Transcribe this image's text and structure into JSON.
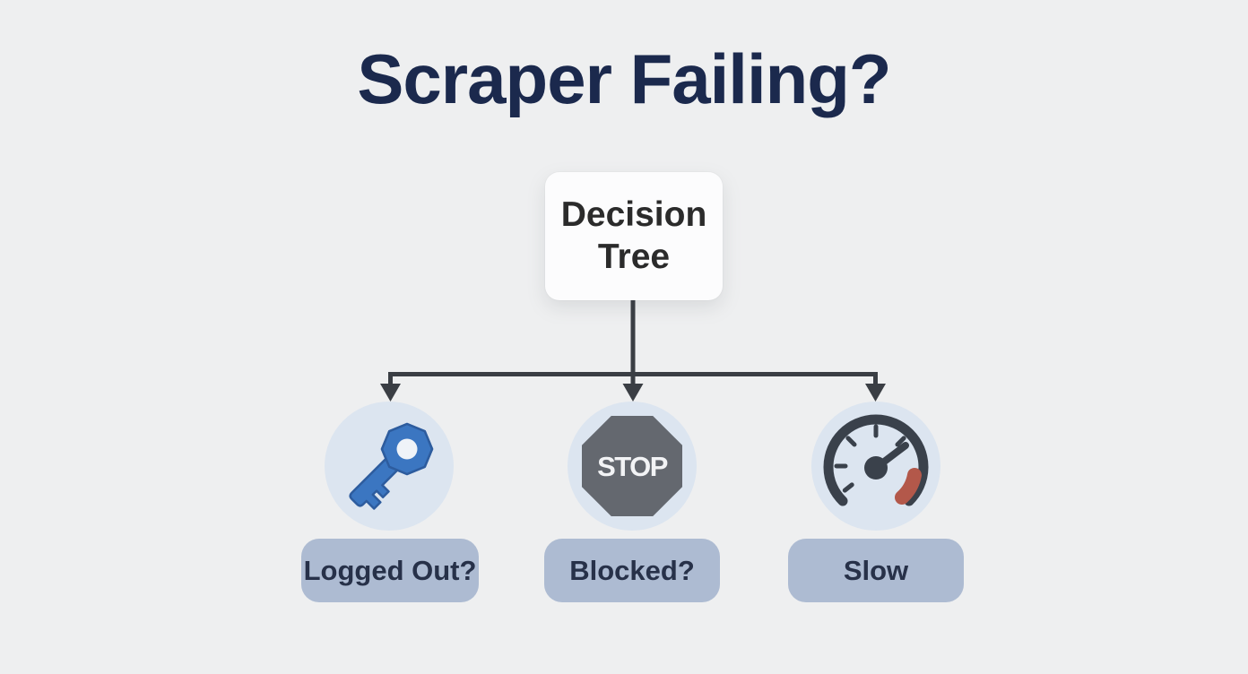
{
  "title": "Scraper Failing?",
  "root": {
    "label": "Decision\nTree"
  },
  "branches": [
    {
      "label": "Logged Out?",
      "icon": "key"
    },
    {
      "label": "Blocked?",
      "icon": "stop-sign",
      "icon_text": "STOP"
    },
    {
      "label": "Slow",
      "icon": "speedometer"
    }
  ],
  "colors": {
    "background": "#eeeff0",
    "title-text": "#1b294d",
    "node-bg": "#fcfcfd",
    "node-text": "#2b2b2b",
    "connector": "#3a3e44",
    "circle-bg": "#dce5f0",
    "key-blue": "#3b76c1",
    "key-blue-edge": "#2d5c9e",
    "stop-gray": "#64686f",
    "stop-text": "#f2f3f5",
    "gauge-dark": "#3a414b",
    "gauge-red": "#b3584a",
    "pill-bg": "#adbbd2",
    "pill-text": "#273149"
  }
}
